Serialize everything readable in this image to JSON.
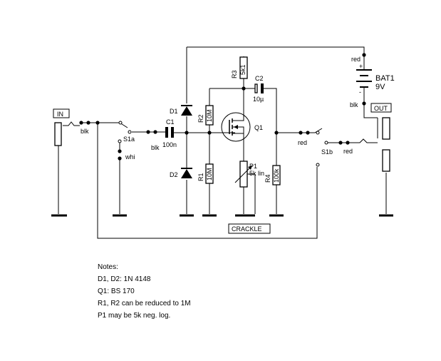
{
  "labels": {
    "in": "IN",
    "out": "OUT",
    "crackle": "CRACKLE"
  },
  "wires": {
    "blk_in": "blk",
    "blk_c1": "blk",
    "whi": "whi",
    "red_top": "red",
    "blk_bat": "blk",
    "red_s1b": "red",
    "red_out": "red"
  },
  "components": {
    "bat1": {
      "ref": "BAT1",
      "value": "9V",
      "plus": "+",
      "minus": "-"
    },
    "r3": {
      "ref": "R3",
      "value": "5k1"
    },
    "c2": {
      "ref": "C2",
      "value": "10µ"
    },
    "d1": {
      "ref": "D1"
    },
    "d2": {
      "ref": "D2"
    },
    "r2": {
      "ref": "R2",
      "value": "10M"
    },
    "r1": {
      "ref": "R1",
      "value": "10M"
    },
    "q1": {
      "ref": "Q1"
    },
    "c1": {
      "ref": "C1",
      "value": "100n"
    },
    "s1a": {
      "ref": "S1a"
    },
    "s1b": {
      "ref": "S1b"
    },
    "p1": {
      "ref": "P1",
      "value": "5k lin"
    },
    "r4": {
      "ref": "R4",
      "value": "100k"
    }
  },
  "notes": {
    "title": "Notes:",
    "lines": [
      "D1, D2:  1N 4148",
      "Q1:  BS 170",
      "R1, R2 can be reduced to 1M",
      "P1 may be 5k neg. log."
    ]
  }
}
